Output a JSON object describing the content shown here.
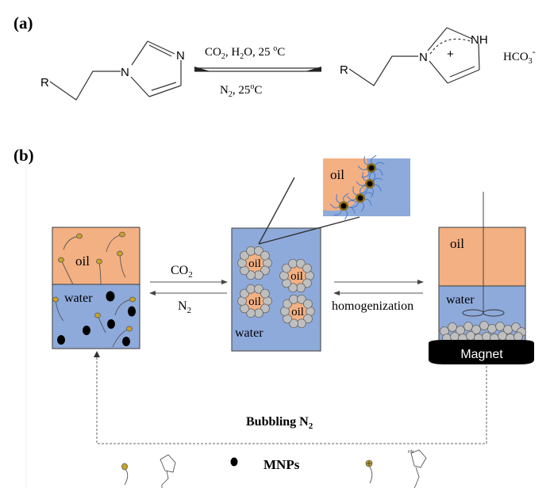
{
  "panel_a": {
    "label": "(a)",
    "reactant": {
      "r_group": "R",
      "n1": "N",
      "n3": "N"
    },
    "product": {
      "r_group": "R",
      "n1": "N",
      "nh": "NH",
      "charge": "+",
      "anion": "HCO",
      "anion_sub": "3",
      "anion_charge": "-"
    },
    "forward_conditions": {
      "co": "CO",
      "co_sub": "2",
      "h2o_h": ", H",
      "h2o_sub": "2",
      "h2o_o": "O, 25 ",
      "deg": "o",
      "unit": "C"
    },
    "reverse_conditions": {
      "n": "N",
      "n_sub": "2",
      "rest": ", 25",
      "deg": "o",
      "unit": "C"
    }
  },
  "panel_b": {
    "label": "(b)",
    "colors": {
      "oil": "#f3b083",
      "water": "#8eaadb",
      "border": "#555555",
      "surfactant_head": "#c9a227",
      "mnp": "#000000",
      "particle": "#bfbfbf",
      "magnet": "#000000"
    },
    "left_vessel": {
      "oil_label": "oil",
      "water_label": "water"
    },
    "arrow_1": {
      "forward": "CO",
      "forward_sub": "2",
      "reverse": "N",
      "reverse_sub": "2"
    },
    "middle_vessel": {
      "droplet_label": "oil",
      "water_label": "water"
    },
    "inset": {
      "oil_label": "oil"
    },
    "arrow_2": {
      "label": "homogenization"
    },
    "right_vessel": {
      "oil_label": "oil",
      "water_label": "water",
      "magnet_label": "Magnet"
    },
    "recycle": {
      "label": "Bubbling N",
      "label_sub": "2"
    }
  },
  "legend": {
    "mnp_label": "MNPs"
  }
}
